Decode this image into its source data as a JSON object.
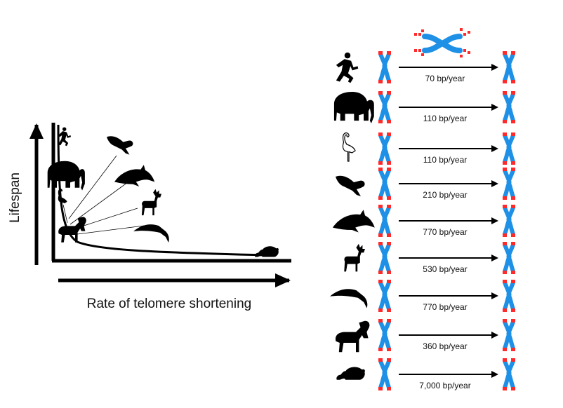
{
  "axes": {
    "y_label": "Lifespan",
    "x_label": "Rate of telomere shortening"
  },
  "colors": {
    "chromatid": "#1e90e6",
    "telomere": "#ff2a2a",
    "silhouette": "#000000"
  },
  "rows": [
    {
      "icon": "human-runner-icon",
      "rate": "70 bp/year"
    },
    {
      "icon": "elephant-icon",
      "rate": "110 bp/year"
    },
    {
      "icon": "flamingo-icon",
      "rate": "110 bp/year"
    },
    {
      "icon": "vulture-icon",
      "rate": "210 bp/year"
    },
    {
      "icon": "dolphin-icon",
      "rate": "770 bp/year"
    },
    {
      "icon": "deer-icon",
      "rate": "530 bp/year"
    },
    {
      "icon": "seabird-icon",
      "rate": "770 bp/year"
    },
    {
      "icon": "goat-icon",
      "rate": "360 bp/year"
    },
    {
      "icon": "mouse-icon",
      "rate": "7,000 bp/year"
    }
  ]
}
